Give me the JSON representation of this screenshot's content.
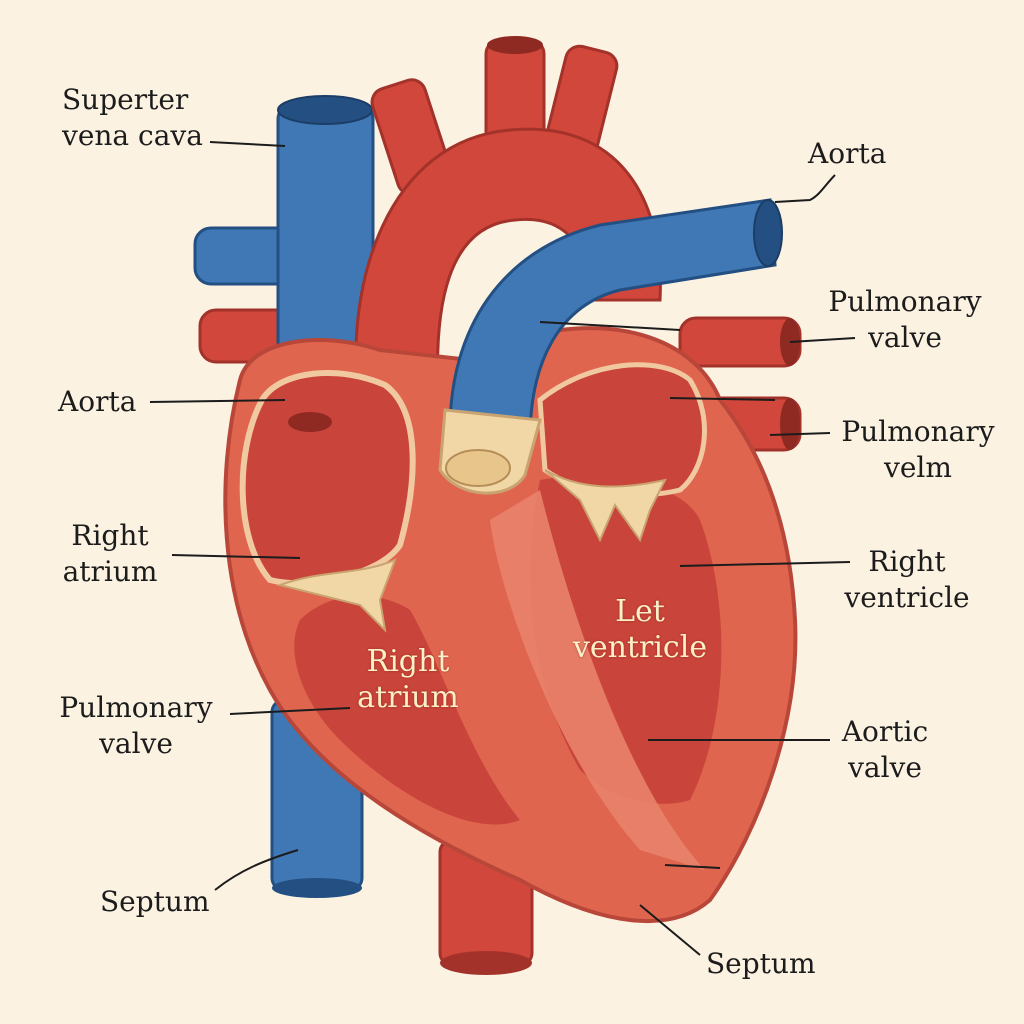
{
  "colors": {
    "background": "#fbf2e2",
    "muscle": "#e0654f",
    "muscle_dark": "#c9443a",
    "vein_blue": "#3f78b5",
    "vein_blue_dark": "#244f82",
    "valve_cream": "#f1d7a6",
    "leader_line": "#1c1c1c"
  },
  "labels": {
    "superter_vena_cava": [
      "Superter",
      "vena cava"
    ],
    "aorta_top": [
      "Aorta"
    ],
    "pulmonary_valve_right": [
      "Pulmonary",
      "valve"
    ],
    "aorta_left": [
      "Aorta"
    ],
    "pulmonary_velm": [
      "Pulmonary",
      "velm"
    ],
    "right_atrium_left": [
      "Right",
      "atrium"
    ],
    "right_ventricle": [
      "Right",
      "ventricle"
    ],
    "let_ventricle": [
      "Let",
      "ventricle"
    ],
    "right_atrium_inner": [
      "Right",
      "atrium"
    ],
    "pulmonary_valve_left": [
      "Pulmonary",
      "valve"
    ],
    "aortic_valve": [
      "Aortic",
      "valve"
    ],
    "septum_left": [
      "Septum"
    ],
    "septum_bottom": [
      "Septum"
    ]
  }
}
